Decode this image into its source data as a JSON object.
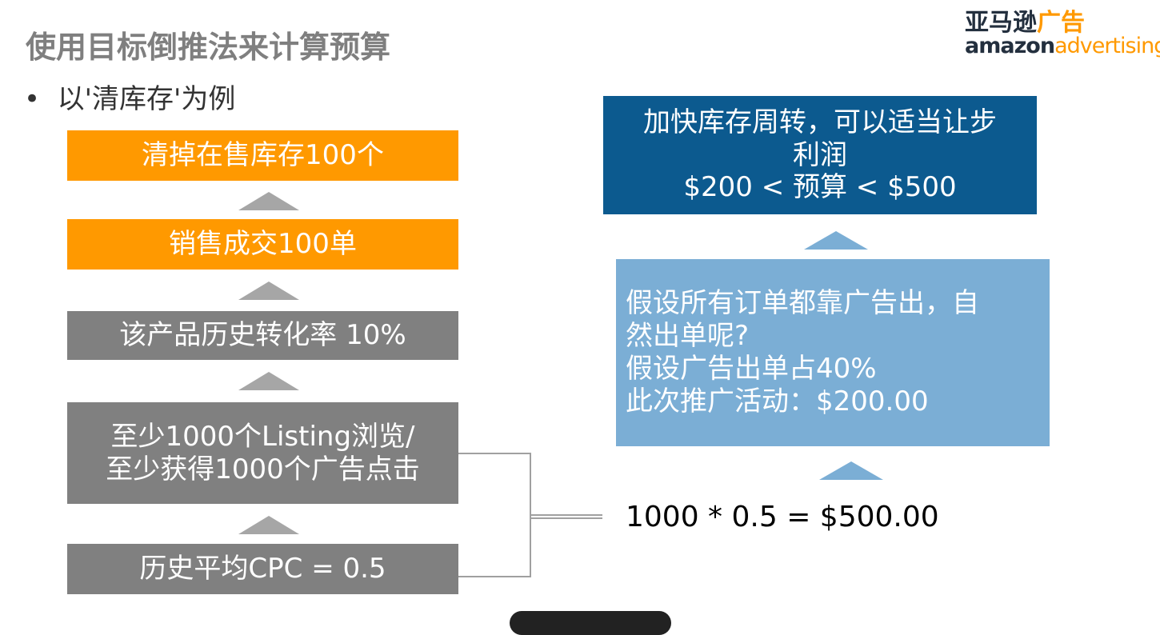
{
  "title": "使用目标倒推法来计算预算",
  "bullet": "以'清库存'为例",
  "logo": {
    "cn_dark": "亚马逊",
    "cn_accent": "广告",
    "en_dark": "amazon",
    "en_accent": "advertising"
  },
  "left_flow": [
    {
      "text": "清掉在售库存100个",
      "color": "#ff9900"
    },
    {
      "text": "销售成交100单",
      "color": "#ff9900"
    },
    {
      "text": "该产品历史转化率 10%",
      "color": "#808080"
    },
    {
      "text": "至少1000个Listing浏览/\n至少获得1000个广告点击",
      "color": "#808080"
    },
    {
      "text": "历史平均CPC = 0.5",
      "color": "#808080"
    }
  ],
  "formula": "1000 * 0.5 = $500.00",
  "right_flow": {
    "top": {
      "line1": "加快库存周转，可以适当让步",
      "line2": "利润",
      "line3": "$200 < 预算 < $500",
      "color": "#0c5a8f"
    },
    "middle": {
      "line1": "假设所有订单都靠广告出，自",
      "line2": "然出单呢?",
      "line3": "假设广告出单占40%",
      "line4": "此次推广活动：$200.00",
      "color": "#7baed5"
    }
  }
}
